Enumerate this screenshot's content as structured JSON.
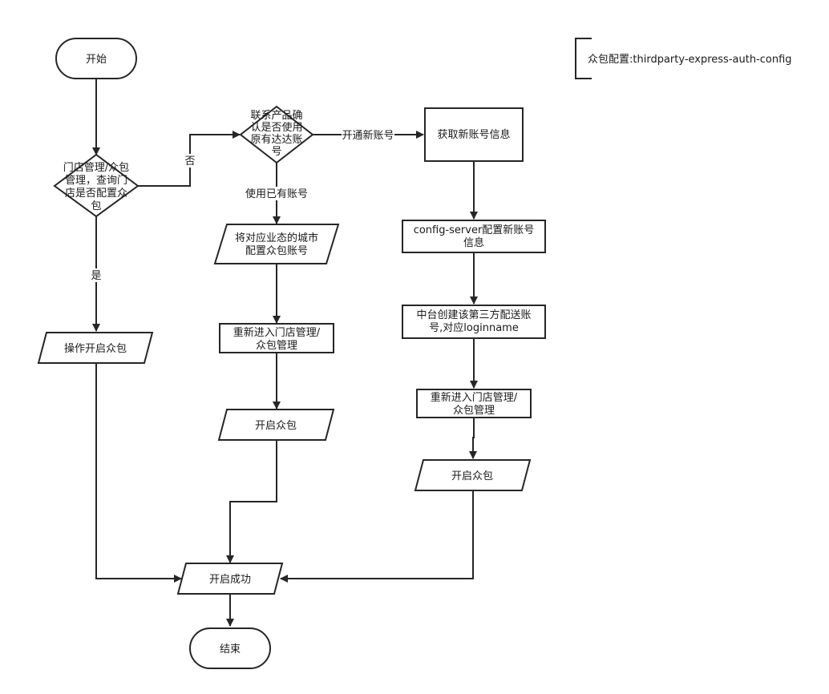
{
  "nodes": {
    "start": "开始",
    "check_store": [
      "门店管理/众包",
      "管理，查询门",
      "店是否配置众",
      "包"
    ],
    "op_enable": "操作开启众包",
    "confirm_product": [
      "联系产品确",
      "认是否使用",
      "原有达达账",
      "号"
    ],
    "config_city": [
      "将对应业态的城市",
      "配置众包账号"
    ],
    "reenter_mid": [
      "重新进入门店管理/",
      "众包管理"
    ],
    "enable_mid": "开启众包",
    "get_new_account": "获取新账号信息",
    "config_server": [
      "config-server配置新账号",
      "信息"
    ],
    "create_third": [
      "中台创建该第三方配送账",
      "号,对应loginname"
    ],
    "reenter_right": [
      "重新进入门店管理/",
      "众包管理"
    ],
    "enable_right": "开启众包",
    "success": "开启成功",
    "end": "结束"
  },
  "edges": {
    "no": "否",
    "yes": "是",
    "use_existing": "使用已有账号",
    "open_new": "开通新账号"
  },
  "annotation": "众包配置:thirdparty-express-auth-config"
}
